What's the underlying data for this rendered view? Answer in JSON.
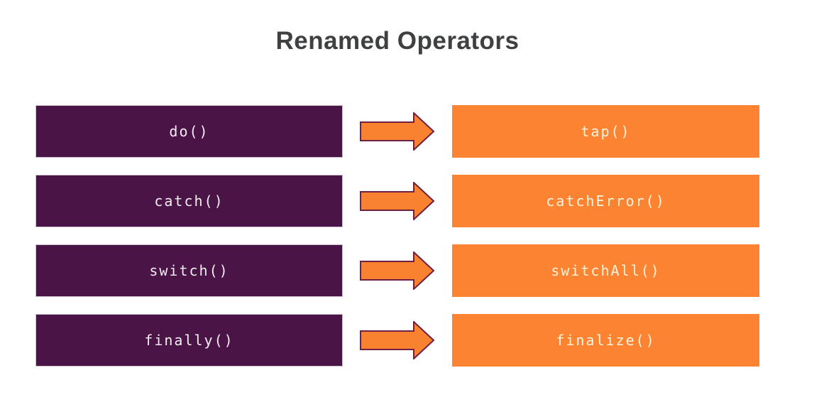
{
  "title": "Renamed Operators",
  "colors": {
    "background": "#ffffff",
    "title_text": "#3f4041",
    "old_box_fill": "#4a1447",
    "old_box_text": "#f3edf0",
    "new_box_fill": "#fb8331",
    "new_box_text": "#fcf3dc",
    "arrow_fill": "#f8822f",
    "arrow_border": "#6e2045"
  },
  "arrow_icon": "block-arrow-right",
  "mappings": [
    {
      "old": "do()",
      "new": "tap()"
    },
    {
      "old": "catch()",
      "new": "catchError()"
    },
    {
      "old": "switch()",
      "new": "switchAll()"
    },
    {
      "old": "finally()",
      "new": "finalize()"
    }
  ]
}
